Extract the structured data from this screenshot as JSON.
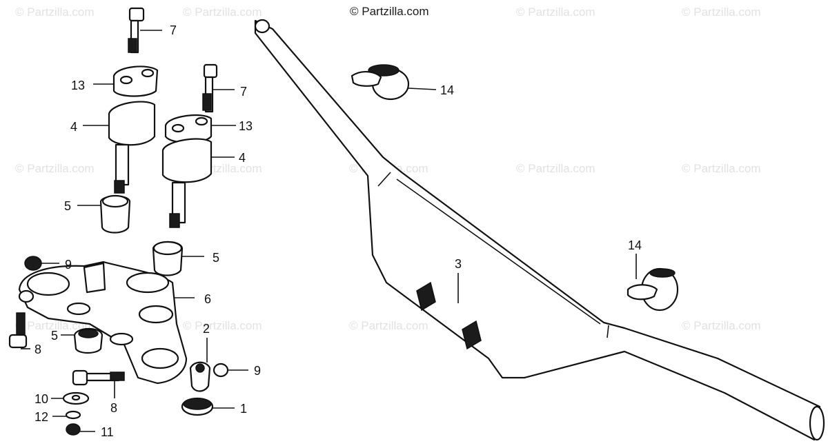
{
  "copyright": "© Partzilla.com",
  "watermark": "© Partzilla.com",
  "callouts": {
    "c7a": "7",
    "c13a": "13",
    "c7b": "7",
    "c4a": "4",
    "c13b": "13",
    "c4b": "4",
    "c5a": "5",
    "c9a": "9",
    "c5b": "5",
    "c6": "6",
    "c5c": "5",
    "c2": "2",
    "c8a": "8",
    "c9b": "9",
    "c8b": "8",
    "c10": "10",
    "c1": "1",
    "c12": "12",
    "c11": "11",
    "c3": "3",
    "c14a": "14",
    "c14b": "14"
  }
}
